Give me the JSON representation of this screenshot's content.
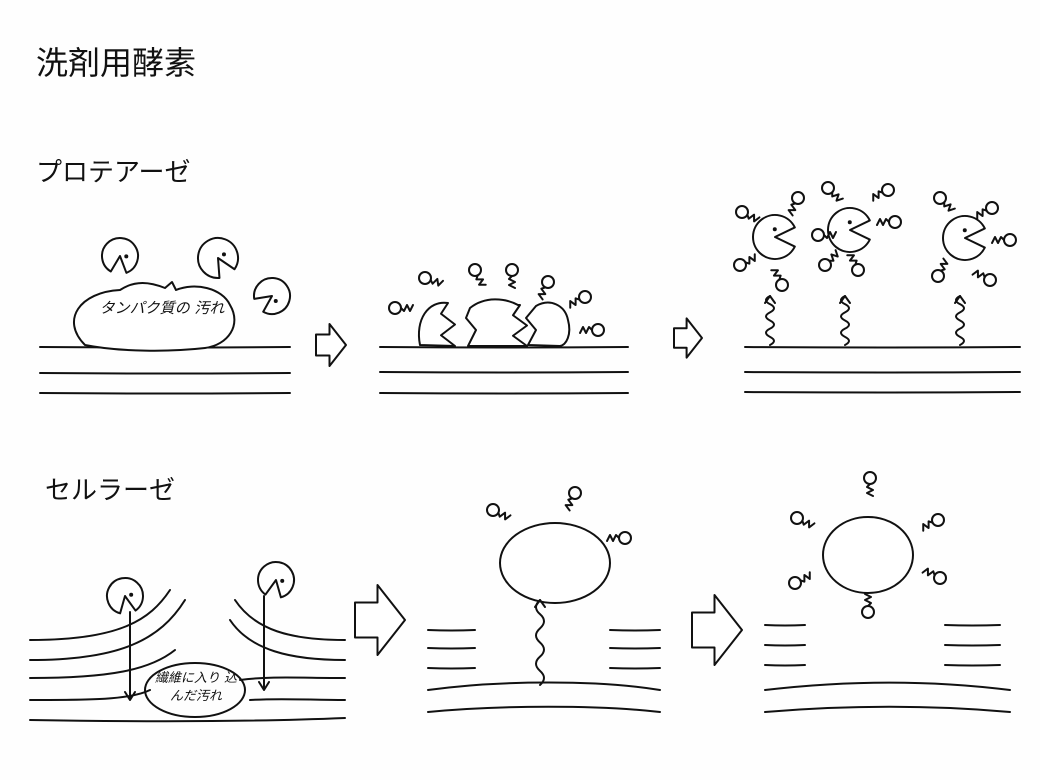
{
  "title": "洗剤用酵素",
  "sections": [
    {
      "heading": "プロテアーゼ",
      "stain_label": "タンパク質の 汚れ"
    },
    {
      "heading": "セルラーゼ",
      "stain_label": "繊維に入り 込んだ汚れ"
    }
  ]
}
